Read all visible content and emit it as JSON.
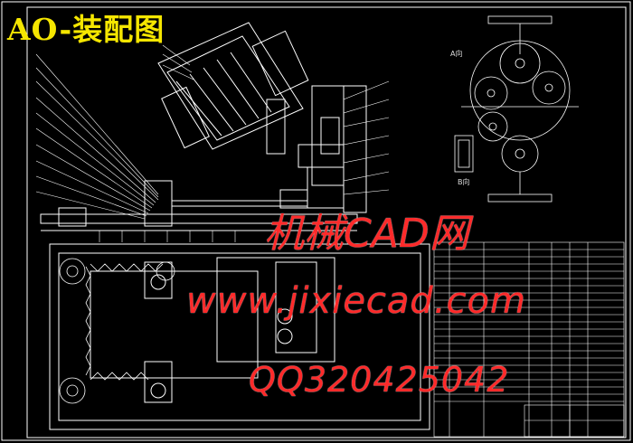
{
  "drawing_title": "AO-装配图",
  "view_label_a": "A向",
  "view_label_b": "B向",
  "watermark": {
    "line1": "机械CAD网",
    "line2": "www.jixiecad.com",
    "line3": "QQ320425042"
  },
  "colors": {
    "background": "#000000",
    "linework": "#ffffff",
    "title": "#f5e600",
    "watermark": "#ff2a2a",
    "table_text": "#e6e600"
  }
}
